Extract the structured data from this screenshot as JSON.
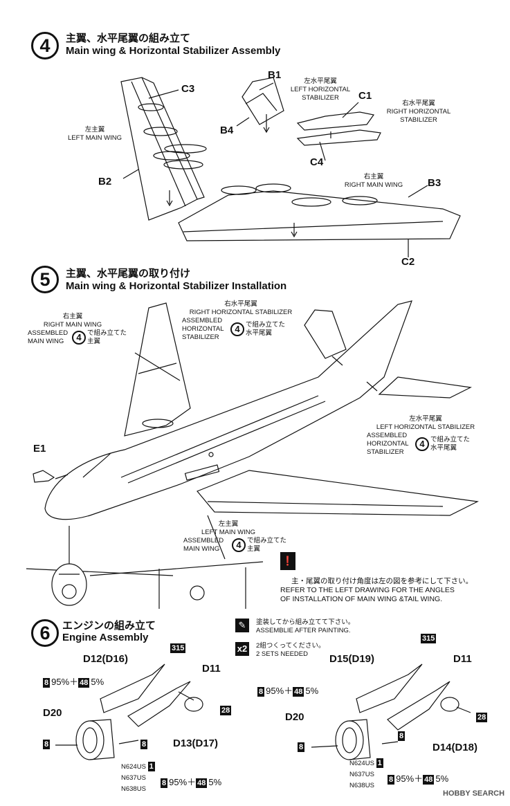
{
  "steps": [
    {
      "num": "4",
      "title_jp": "主翼、水平尾翼の組み立て",
      "title_en": "Main wing & Horizontal Stabilizer Assembly"
    },
    {
      "num": "5",
      "title_jp": "主翼、水平尾翼の取り付け",
      "title_en": "Main wing & Horizontal Stabilizer Installation"
    },
    {
      "num": "6",
      "title_jp": "エンジンの組み立て",
      "title_en": "Engine Assembly"
    }
  ],
  "step4": {
    "parts": {
      "c3": "C3",
      "b1": "B1",
      "b4": "B4",
      "c1": "C1",
      "c4": "C4",
      "b2": "B2",
      "b3": "B3",
      "c2": "C2"
    },
    "left_main_wing": {
      "jp": "左主翼",
      "en": "LEFT MAIN WING"
    },
    "left_stab": {
      "jp": "左水平尾翼",
      "en1": "LEFT HORIZONTAL",
      "en2": "STABILIZER"
    },
    "right_stab": {
      "jp": "右水平尾翼",
      "en1": "RIGHT  HORIZONTAL",
      "en2": "STABILIZER"
    },
    "right_main_wing": {
      "jp": "右主翼",
      "en": "RIGHT MAIN WING"
    }
  },
  "step5": {
    "e1": "E1",
    "rmw": {
      "jp": "右主翼",
      "en1": "RIGHT MAIN WING",
      "en2": "ASSEMBLED",
      "en3": "MAIN WING",
      "jp2": "で組み立てた",
      "jp3": "主翼",
      "ref": "4"
    },
    "rhs": {
      "jp": "右水平尾翼",
      "en1": "RIGHT  HORIZONTAL STABILIZER",
      "en2": "ASSEMBLED",
      "en3": "HORIZONTAL",
      "en4": "STABILIZER",
      "jp2": "で組み立てた",
      "jp3": "水平尾翼",
      "ref": "4"
    },
    "lhs": {
      "jp": "左水平尾翼",
      "en1": "LEFT  HORIZONTAL STABILIZER",
      "en2": "ASSEMBLED",
      "en3": "HORIZONTAL",
      "en4": "STABILIZER",
      "jp2": "で組み立てた",
      "jp3": "水平尾翼",
      "ref": "4"
    },
    "lmw": {
      "jp": "左主翼",
      "en1": "LEFT MAIN WING",
      "en2": "ASSEMBLED",
      "en3": "MAIN WING",
      "jp2": "で組み立てた",
      "jp3": "主翼",
      "ref": "4"
    },
    "note_jp": "主・尾翼の取り付け角度は左の図を参考にして下さい。",
    "note_en1": "REFER TO THE LEFT DRAWING FOR THE ANGLES",
    "note_en2": "OF INSTALLATION OF MAIN WING &TAIL WING."
  },
  "step6": {
    "paint_jp": "塗装してから組み立てて下さい。",
    "paint_en": "ASSEMBLIE AFTER PAINTING.",
    "x2": "x2",
    "sets_jp": "2組つくってください。",
    "sets_en": "2  SETS  NEEDED",
    "left": {
      "d12": "D12(D16)",
      "d11": "D11",
      "d20": "D20",
      "d13": "D13(D17)",
      "c315": "315",
      "c28": "28",
      "c8": "8",
      "mix_pct1": "95%",
      "mix_plus": "＋",
      "mix_c48": "48",
      "mix_pct2": "5%"
    },
    "right": {
      "d15": "D15(D19)",
      "d11": "D11",
      "d20": "D20",
      "d14": "D14(D18)",
      "c315": "315",
      "c28": "28",
      "c8": "8",
      "mix_pct1": "95%",
      "mix_plus": "＋",
      "mix_c48": "48",
      "mix_pct2": "5%"
    },
    "regs": {
      "r1": "N624US",
      "r2": "N637US",
      "r3": "N638US",
      "c1": "1"
    }
  },
  "watermark": "HOBBY SEARCH"
}
